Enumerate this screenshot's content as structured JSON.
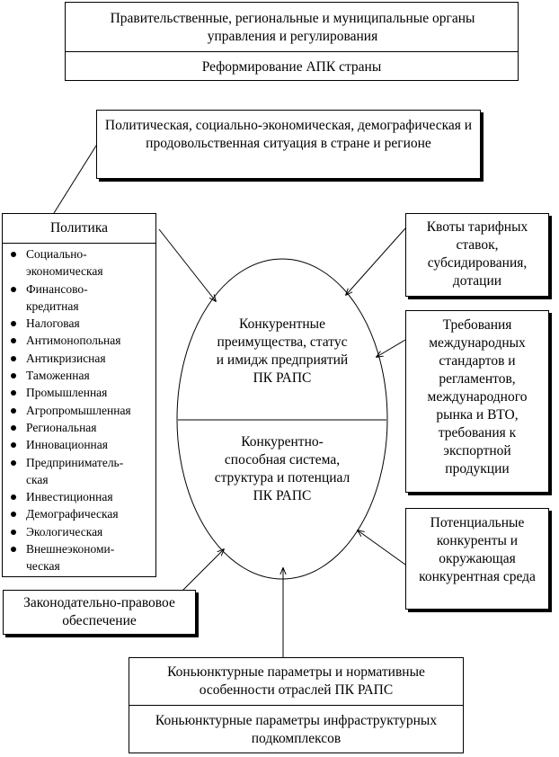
{
  "top_box": {
    "title": "Правительственные, региональные и муниципальные органы управления и регулирования",
    "subtitle": "Реформирование АПК страны"
  },
  "situation_box": {
    "text": "Политическая, социально-экономическая, демографическая и продовольственная ситуация в стране и регионе"
  },
  "policy_box": {
    "title": "Политика",
    "items": [
      [
        "Социально-",
        "экономическая"
      ],
      [
        "Финансово-",
        "кредитная"
      ],
      [
        "Налоговая"
      ],
      [
        "Антимонопольная"
      ],
      [
        "Антикризисная"
      ],
      [
        "Таможенная"
      ],
      [
        "Промышленная"
      ],
      [
        "Агропромышленная"
      ],
      [
        "Региональная"
      ],
      [
        "Инновационная"
      ],
      [
        "Предприниматель-",
        "ская"
      ],
      [
        "Инвестиционная"
      ],
      [
        "Демографическая"
      ],
      [
        "Экологическая"
      ],
      [
        "Внешнеэкономи-",
        "ческая"
      ]
    ]
  },
  "quotas_box": {
    "text": "Квоты тарифных ставок, субсидирования, дотации"
  },
  "requirements_box": {
    "text": "Требования международных стандартов и регламентов, международного рынка и ВТО, требования к экспортной продукции"
  },
  "competitors_box": {
    "text": "Потенциальные конкуренты и окружающая конкурентная среда"
  },
  "legal_box": {
    "text": "Законодательно-правовое обеспечение"
  },
  "bottom_box": {
    "title": "Коньюнктурные параметры и нормативные особенности отраслей ПК РАПС",
    "subtitle": "Коньюнктурные параметры инфраструктурных подкомплексов"
  },
  "ellipse": {
    "top_text": "Конкурентные преимущества, статус и имидж предприятий ПК РАПС",
    "bottom_text": "Конкурентно-способная система, структура и потенциал ПК РАПС"
  }
}
